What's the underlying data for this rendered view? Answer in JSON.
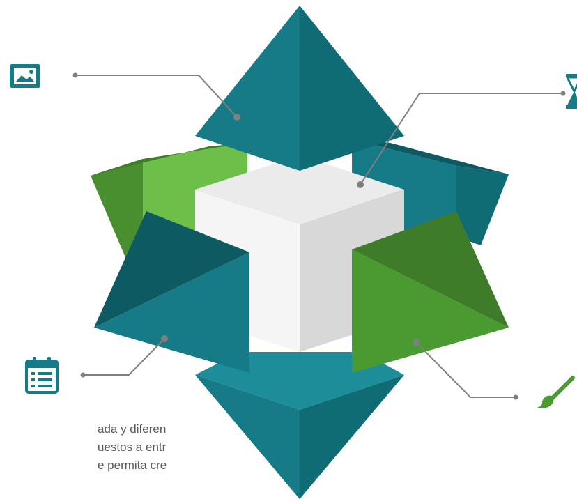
{
  "colors": {
    "teal_dark": "#0e5a62",
    "teal": "#167b86",
    "teal_light": "#1d8e99",
    "green_dark": "#3e7c2a",
    "green": "#4a9a32",
    "green_light": "#6cc04a",
    "cube_top": "#ebebeb",
    "cube_left": "#f5f5f5",
    "cube_right": "#d8d8d8",
    "connector": "#7f7f7f",
    "icon": "#167b86",
    "icon_green": "#4a9a32"
  },
  "icons": {
    "top_left": "image-icon",
    "top_right": "hourglass-icon",
    "bottom_left": "calendar-list-icon",
    "bottom_right": "paintbrush-icon"
  },
  "caption_lines": [
    "ada y diferenciada",
    "uestos a entrar",
    "e permita crecer"
  ]
}
